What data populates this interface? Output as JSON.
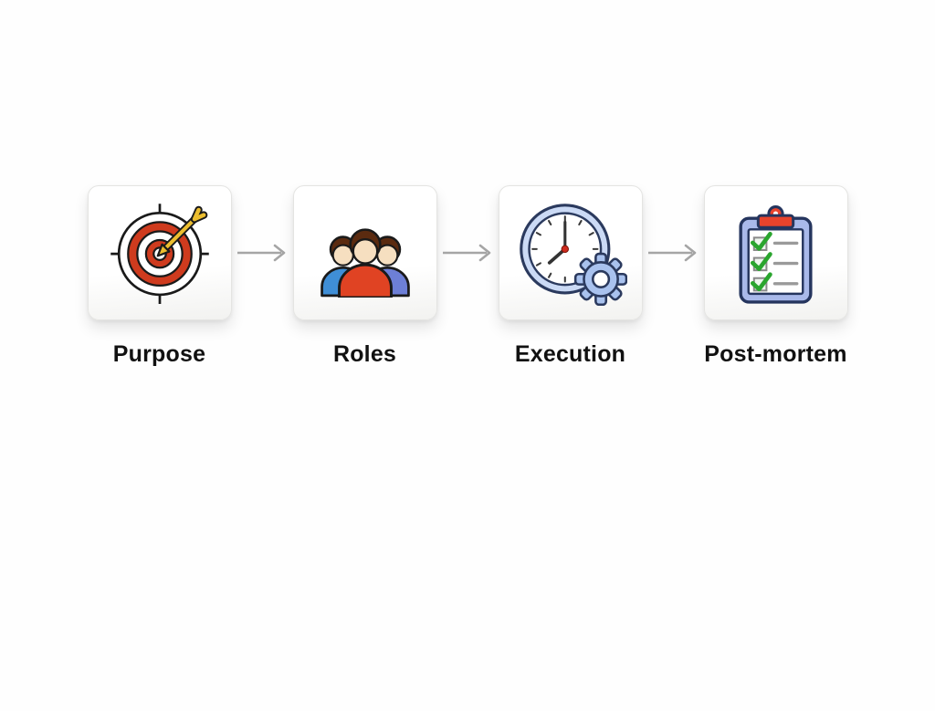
{
  "diagram": {
    "type": "horizontal-process-flow",
    "background_color": "#fefefe",
    "arrow_color": "#a5a5a5",
    "label_color": "#111111",
    "steps": [
      {
        "label": "Purpose",
        "icon": "target-icon"
      },
      {
        "label": "Roles",
        "icon": "team-icon"
      },
      {
        "label": "Execution",
        "icon": "clock-gear-icon"
      },
      {
        "label": "Post-mortem",
        "icon": "checklist-clipboard-icon"
      }
    ],
    "card": {
      "background": "#ffffff",
      "border": "#e4e4e2"
    },
    "icon_colors": {
      "target_red": "#cf3b1e",
      "dart_gold": "#ecbe2f",
      "outline_black": "#1a1a1a",
      "person_blue_shirt": "#3f8ed6",
      "person_red_shirt": "#e04323",
      "person_purple_shirt": "#6d7fd6",
      "skin_tone": "#f6dfc0",
      "hair_brown": "#5b2b10",
      "clock_rim_blue": "#cbdaf5",
      "gear_blue": "#a9c2ee",
      "navy_outline": "#2b3a5e",
      "clip_red": "#e8432c",
      "clipboard_blue": "#a9b9ea",
      "check_green": "#2aa52e",
      "list_line_gray": "#9a9a9a",
      "clock_hand": "#333333",
      "clock_center_red": "#cf2b1e"
    }
  }
}
